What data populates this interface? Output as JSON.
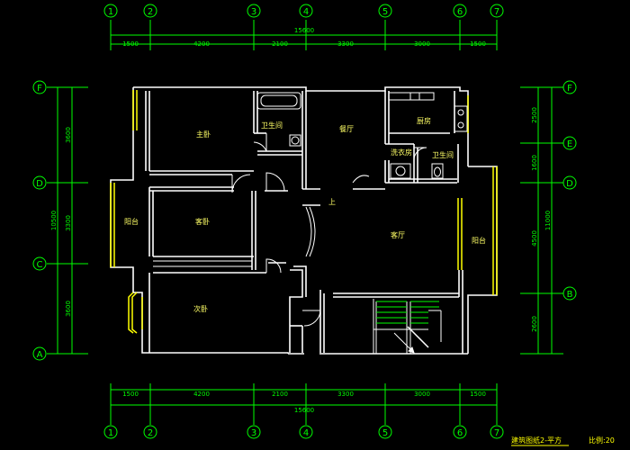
{
  "colors": {
    "background": "#000000",
    "wall": "#ffffff",
    "dimension": "#00ff00",
    "axis_bubble": "#00ff00",
    "room_text": "#ffff66",
    "balcony": "#ffff00",
    "door": "#ffffff",
    "title": "#ffff00"
  },
  "top_axis_labels": [
    "1",
    "2",
    "3",
    "4",
    "5",
    "6",
    "7"
  ],
  "bottom_axis_labels": [
    "1",
    "2",
    "3",
    "4",
    "5",
    "6",
    "7"
  ],
  "left_axis_labels": [
    "F",
    "D",
    "C",
    "A"
  ],
  "right_axis_labels": [
    "F",
    "E",
    "D",
    "B"
  ],
  "top_total": "15600",
  "top_segments": [
    "1500",
    "4200",
    "2100",
    "3300",
    "3000",
    "1500"
  ],
  "bottom_total": "15600",
  "bottom_segments": [
    "1500",
    "4200",
    "2100",
    "3300",
    "3000",
    "1500"
  ],
  "left_total": "10500",
  "left_segments": [
    "3600",
    "3300",
    "3600"
  ],
  "right_total": "11000",
  "right_segments": [
    "2500",
    "1600",
    "4500",
    "2600"
  ],
  "rooms": {
    "master_bedroom": "主卧",
    "bathroom_1": "卫生间",
    "dining": "餐厅",
    "kitchen": "厨房",
    "laundry": "洗衣房",
    "bathroom_2": "卫生间",
    "balcony_left": "阳台",
    "second_bedroom": "客卧",
    "living": "客厅",
    "balcony_right": "阳台",
    "guest_bedroom": "次卧"
  },
  "up_label": "上",
  "title": "建筑图纸2-平方",
  "scale": "比例:20"
}
